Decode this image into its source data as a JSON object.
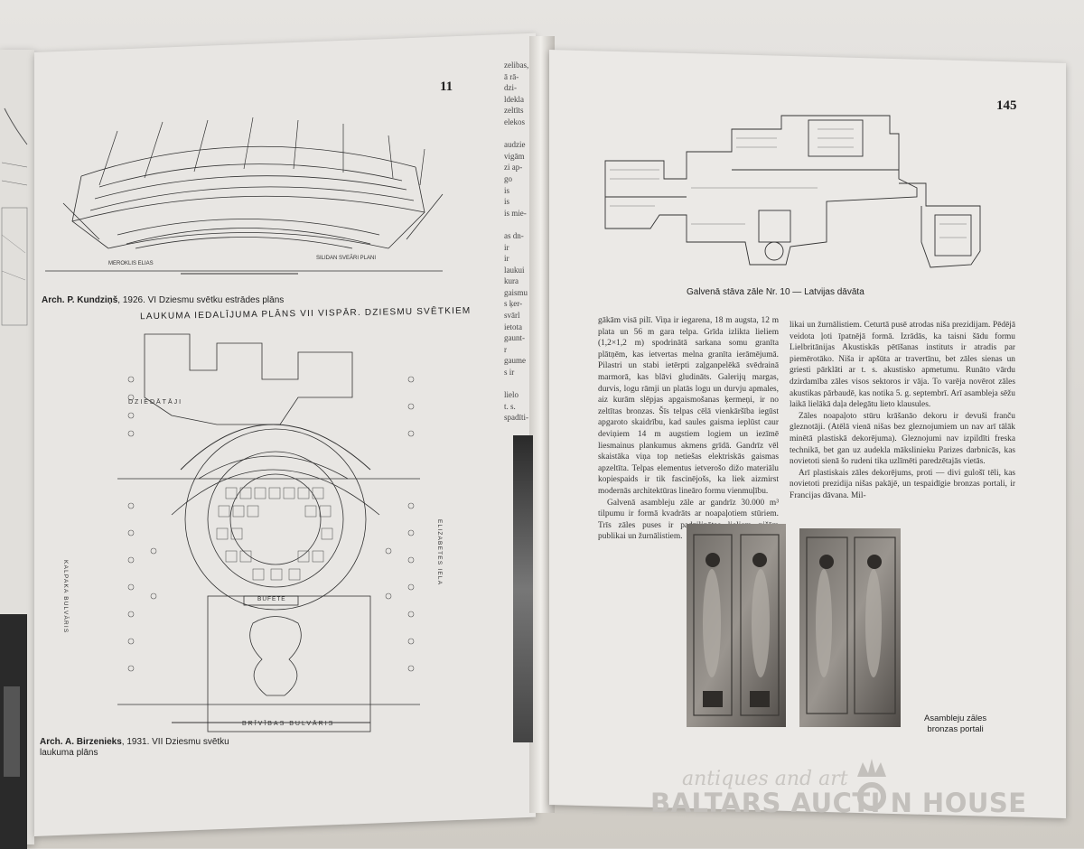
{
  "left_page": {
    "page_number": "11",
    "caption_top": {
      "author": "Arch. P. Kundziņš",
      "text": ", 1926. VI Dziesmu svētku estrādes plāns"
    },
    "plan_heading": "LAUKUMA IEDALĪJUMA PLĀNS VII VISPĀR. DZIESMU SVĒTKIEM",
    "plan_labels": {
      "arena": "DZIEDĀTĀJI",
      "buffet": "BUFETE",
      "street_left": "KALPAKA BULVĀRIS",
      "street_right": "ELIZABETES IELA",
      "street_bottom": "BRĪVĪBAS BULVĀRIS"
    },
    "caption_bottom": {
      "author": "Arch. A. Birzenieks",
      "text": ", 1931. VII Dziesmu svētku laukuma plāns"
    },
    "partial_column": [
      "zelibas,",
      "ā rā-",
      "dzi-",
      "ldekla",
      "zeltīts",
      "elekos",
      "",
      "audzie",
      "vigām",
      "zi ap-",
      "go",
      "is",
      "is",
      "is mie-",
      "",
      "as dn-",
      "ir",
      "ir",
      "laukui",
      "kura",
      "gaismu",
      "s ķer-",
      "svārl",
      "ietota",
      "gaunt-",
      "r",
      "gaume",
      "s ir",
      "",
      "lielo",
      "t. s.",
      "spadīti-"
    ]
  },
  "right_page": {
    "page_number": "145",
    "plan_caption": "Galvenā stāva zāle Nr. 10 — Latvijas dāvāta",
    "column_left": "gākām visā pilī. Viņa ir iegarena, 18 m augsta, 12 m plata un 56 m gara telpa. Grīda izlikta lieliem (1,2×1,2 m) spodrinātā sarkana somu granīta plātņēm, kas ietvertas melna granīta ierāmējumā. Pilastri un stabi ietērpti zaļganpelēkā svēdrainā marmorā, kas blāvi gludināts. Galerijų margas, durvis, logu rāmji un platās logu un durvju apmales, aiz kurām slēpjas apgaismošanas ķermeņi, ir no zeltītas bronzas. Šīs telpas cēlā vienkāršība iegūst apgaroto skaidrību, kad saules gaisma ieplūst caur deviņiem 14 m augstiem logiem un iezīmē liesmainus plankumus akmens grīdā. Gandrīz vēl skaistāka viņa top netiešas elektriskās gaismas apzeltīta. Telpas elementus ietverošo dižo materiālu kopiespaids ir tik fascinējošs, ka liek aizmirst modernās architektūras lineāro formu vienmuļību.",
    "column_left_p2": "Galvenā asambleju zāle ar gandrīz 30.000 m³ tilpumu ir formā kvadrāts ar noapaļotiem stūriem. Trīs zāles puses ir padziļinātas lieliem nišām publikai un žurnālistiem.",
    "column_right": "likai un žurnālistiem. Ceturtā pusē atrodas niša prezidijam. Pēdējā veidota ļoti īpatnējā formā. Izrādās, ka taisni šādu formu Lielbritānijas Akustiskās pētīšanas instituts ir atradis par piemērotāko. Niša ir apšūta ar travertīnu, bet zāles sienas un griesti pārklāti ar t. s. akustisko apmetumu. Runāto vārdu dzirdamība zāles visos sektoros ir vāja. To varēja novērot zāles akustikas pārbaudē, kas notika 5. g. septembrī. Arī asambleja sēžu laikā lielākā daļa delegātu lieto klausules.",
    "column_right_p2": "Zāles noapaļoto stūru krāšanāo dekoru ir devuši franču gleznotāji. (Atēlā vienā nišas bez gleznojumiem un nav arī tālāk minētā plastiskā dekorējuma). Gleznojumi nav izpildīti freska technikā, bet gan uz audekla mākslinieku Parizes darbnicās, kas novietoti sienā šo rudeni tika uzlīmēti paredzētajās vietās.",
    "column_right_p3": "Arī plastiskais zāles dekorējums, proti — divi gulošī tēli, kas novietoti prezidija nišas pakājē, un tespaidīgie bronzas portali, ir Francijas dāvana. Mil-",
    "portal_caption": [
      "Asambleju zāles",
      "bronzas portali"
    ]
  },
  "watermark": {
    "line1": "antiques and art",
    "line2": "BALTARS AUCTI   N HOUSE"
  },
  "colors": {
    "paper": "#e8e6e3",
    "ink": "#222222",
    "background": "#d9d6d1"
  }
}
